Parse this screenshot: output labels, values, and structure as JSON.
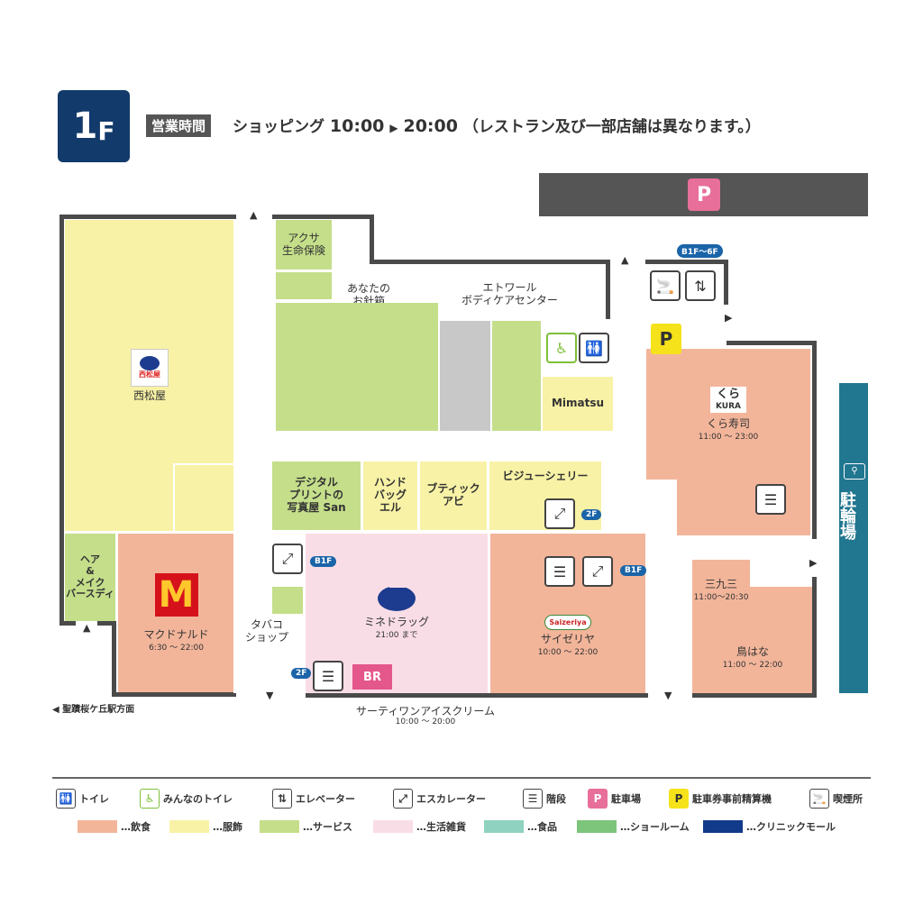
{
  "header": {
    "floor": "1",
    "floor_suffix": "F",
    "hours_tag": "営業時間",
    "hours_label": "ショッピング",
    "hours_open": "10:00",
    "hours_sep": "▶",
    "hours_close": "20:00",
    "hours_note": "（レストラン及び一部店舗は異なります。）"
  },
  "parking_label": "P",
  "parking_prepay_label": "P",
  "elevator_range": "B1F〜6F",
  "bicycle_parking": "駐輪場",
  "shops": {
    "nishimatsuya": {
      "name": "西松屋",
      "logo": "西松屋"
    },
    "aksa": {
      "name": "アクサ\n生命保険"
    },
    "anata": {
      "name": "あなたの\nお針箱"
    },
    "etoile": {
      "name": "エトワール\nボディケアセンター"
    },
    "mimatsu": {
      "name": "Mimatsu"
    },
    "kura": {
      "name": "くら寿司",
      "hours": "11:00 ～ 23:00",
      "logo_top": "くら",
      "logo_bottom": "KURA"
    },
    "digital": {
      "name": "デジタル\nプリントの\n写真屋 San"
    },
    "handbag": {
      "name": "ハンド\nバッグ\nエル"
    },
    "boutique": {
      "name": "ブティック\nアビ"
    },
    "bijou": {
      "name": "ビジューシェリー"
    },
    "hair": {
      "name": "ヘア\n&\nメイク\nバースディ"
    },
    "mcdonalds": {
      "name": "マクドナルド",
      "hours": "6:30 ～ 22:00",
      "logo": "M"
    },
    "tabaco": {
      "name": "タバコ\nショップ"
    },
    "mine": {
      "name": "ミネドラッグ",
      "hours": "21:00 まで"
    },
    "thirtyone": {
      "name": "サーティワンアイスクリーム",
      "hours": "10:00 ～ 20:00",
      "logo": "BR"
    },
    "saizeriya": {
      "name": "サイゼリヤ",
      "hours": "10:00 ～ 22:00",
      "logo": "Saizeriya"
    },
    "sankyuzo": {
      "name": "三九三",
      "hours": "11:00～20:30"
    },
    "torihana": {
      "name": "鳥はな",
      "hours": "11:00 ～ 22:00"
    }
  },
  "floor_tags": {
    "up_2f": "2F",
    "down_b1f": "B1F"
  },
  "direction_note": "◀ 聖蹟桜ケ丘駅方面",
  "legend": {
    "icons": [
      {
        "icon": "toilet-icon",
        "glyph": "🚻",
        "label": "トイレ"
      },
      {
        "icon": "accessible-toilet-icon",
        "glyph": "♿",
        "label": "みんなのトイレ"
      },
      {
        "icon": "elevator-icon",
        "glyph": "⇅",
        "label": "エレベーター"
      },
      {
        "icon": "escalator-icon",
        "glyph": "⤢",
        "label": "エスカレーター"
      },
      {
        "icon": "stairs-icon",
        "glyph": "☰",
        "label": "階段"
      },
      {
        "icon": "parking-icon",
        "glyph": "P",
        "label": "駐車場"
      },
      {
        "icon": "prepay-machine-icon",
        "glyph": "P",
        "label": "駐車券事前精算機"
      },
      {
        "icon": "smoking-icon",
        "glyph": "🚬",
        "label": "喫煙所"
      }
    ],
    "categories": [
      {
        "label": "…飲食",
        "color": "#f2b59a"
      },
      {
        "label": "…服飾",
        "color": "#f8f2a6"
      },
      {
        "label": "…サービス",
        "color": "#c4de8a"
      },
      {
        "label": "…生活雑貨",
        "color": "#f9dde6"
      },
      {
        "label": "…食品",
        "color": "#8ed2bf"
      },
      {
        "label": "…ショールーム",
        "color": "#7cc57a"
      },
      {
        "label": "…クリニックモール",
        "color": "#123a8a"
      }
    ]
  },
  "colors": {
    "food": "#f2b59a",
    "fashion": "#f8f2a6",
    "service": "#c4de8a",
    "goods": "#f9dde6",
    "badge": "#123a6b",
    "bike_panel": "#217690",
    "parking_pink": "#e76f9a",
    "parking_yellow": "#f5e21a"
  }
}
